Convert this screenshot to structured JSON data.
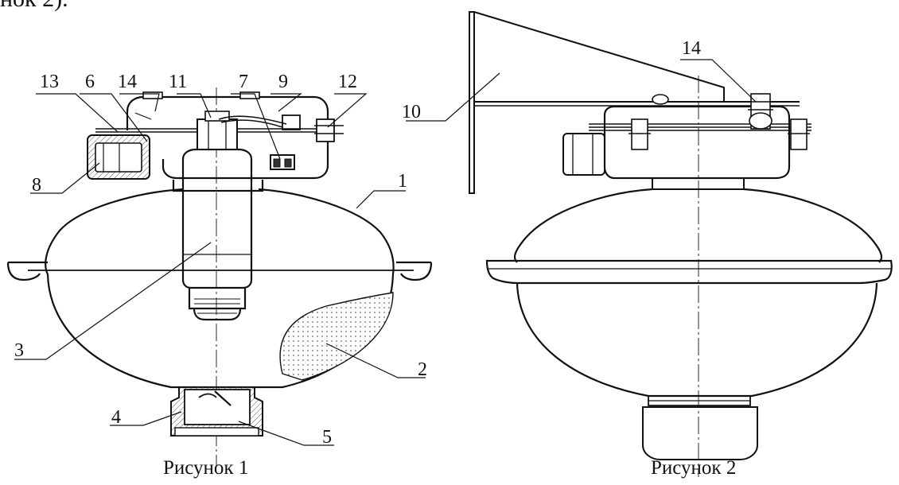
{
  "top_fragment": "нок 2).",
  "figures": [
    {
      "caption": "Рисунок 1",
      "labels": [
        "13",
        "6",
        "14",
        "11",
        "7",
        "9",
        "12",
        "8",
        "1",
        "3",
        "2",
        "4",
        "5"
      ]
    },
    {
      "caption": "Рисунок 2",
      "labels": [
        "10",
        "14"
      ]
    }
  ]
}
